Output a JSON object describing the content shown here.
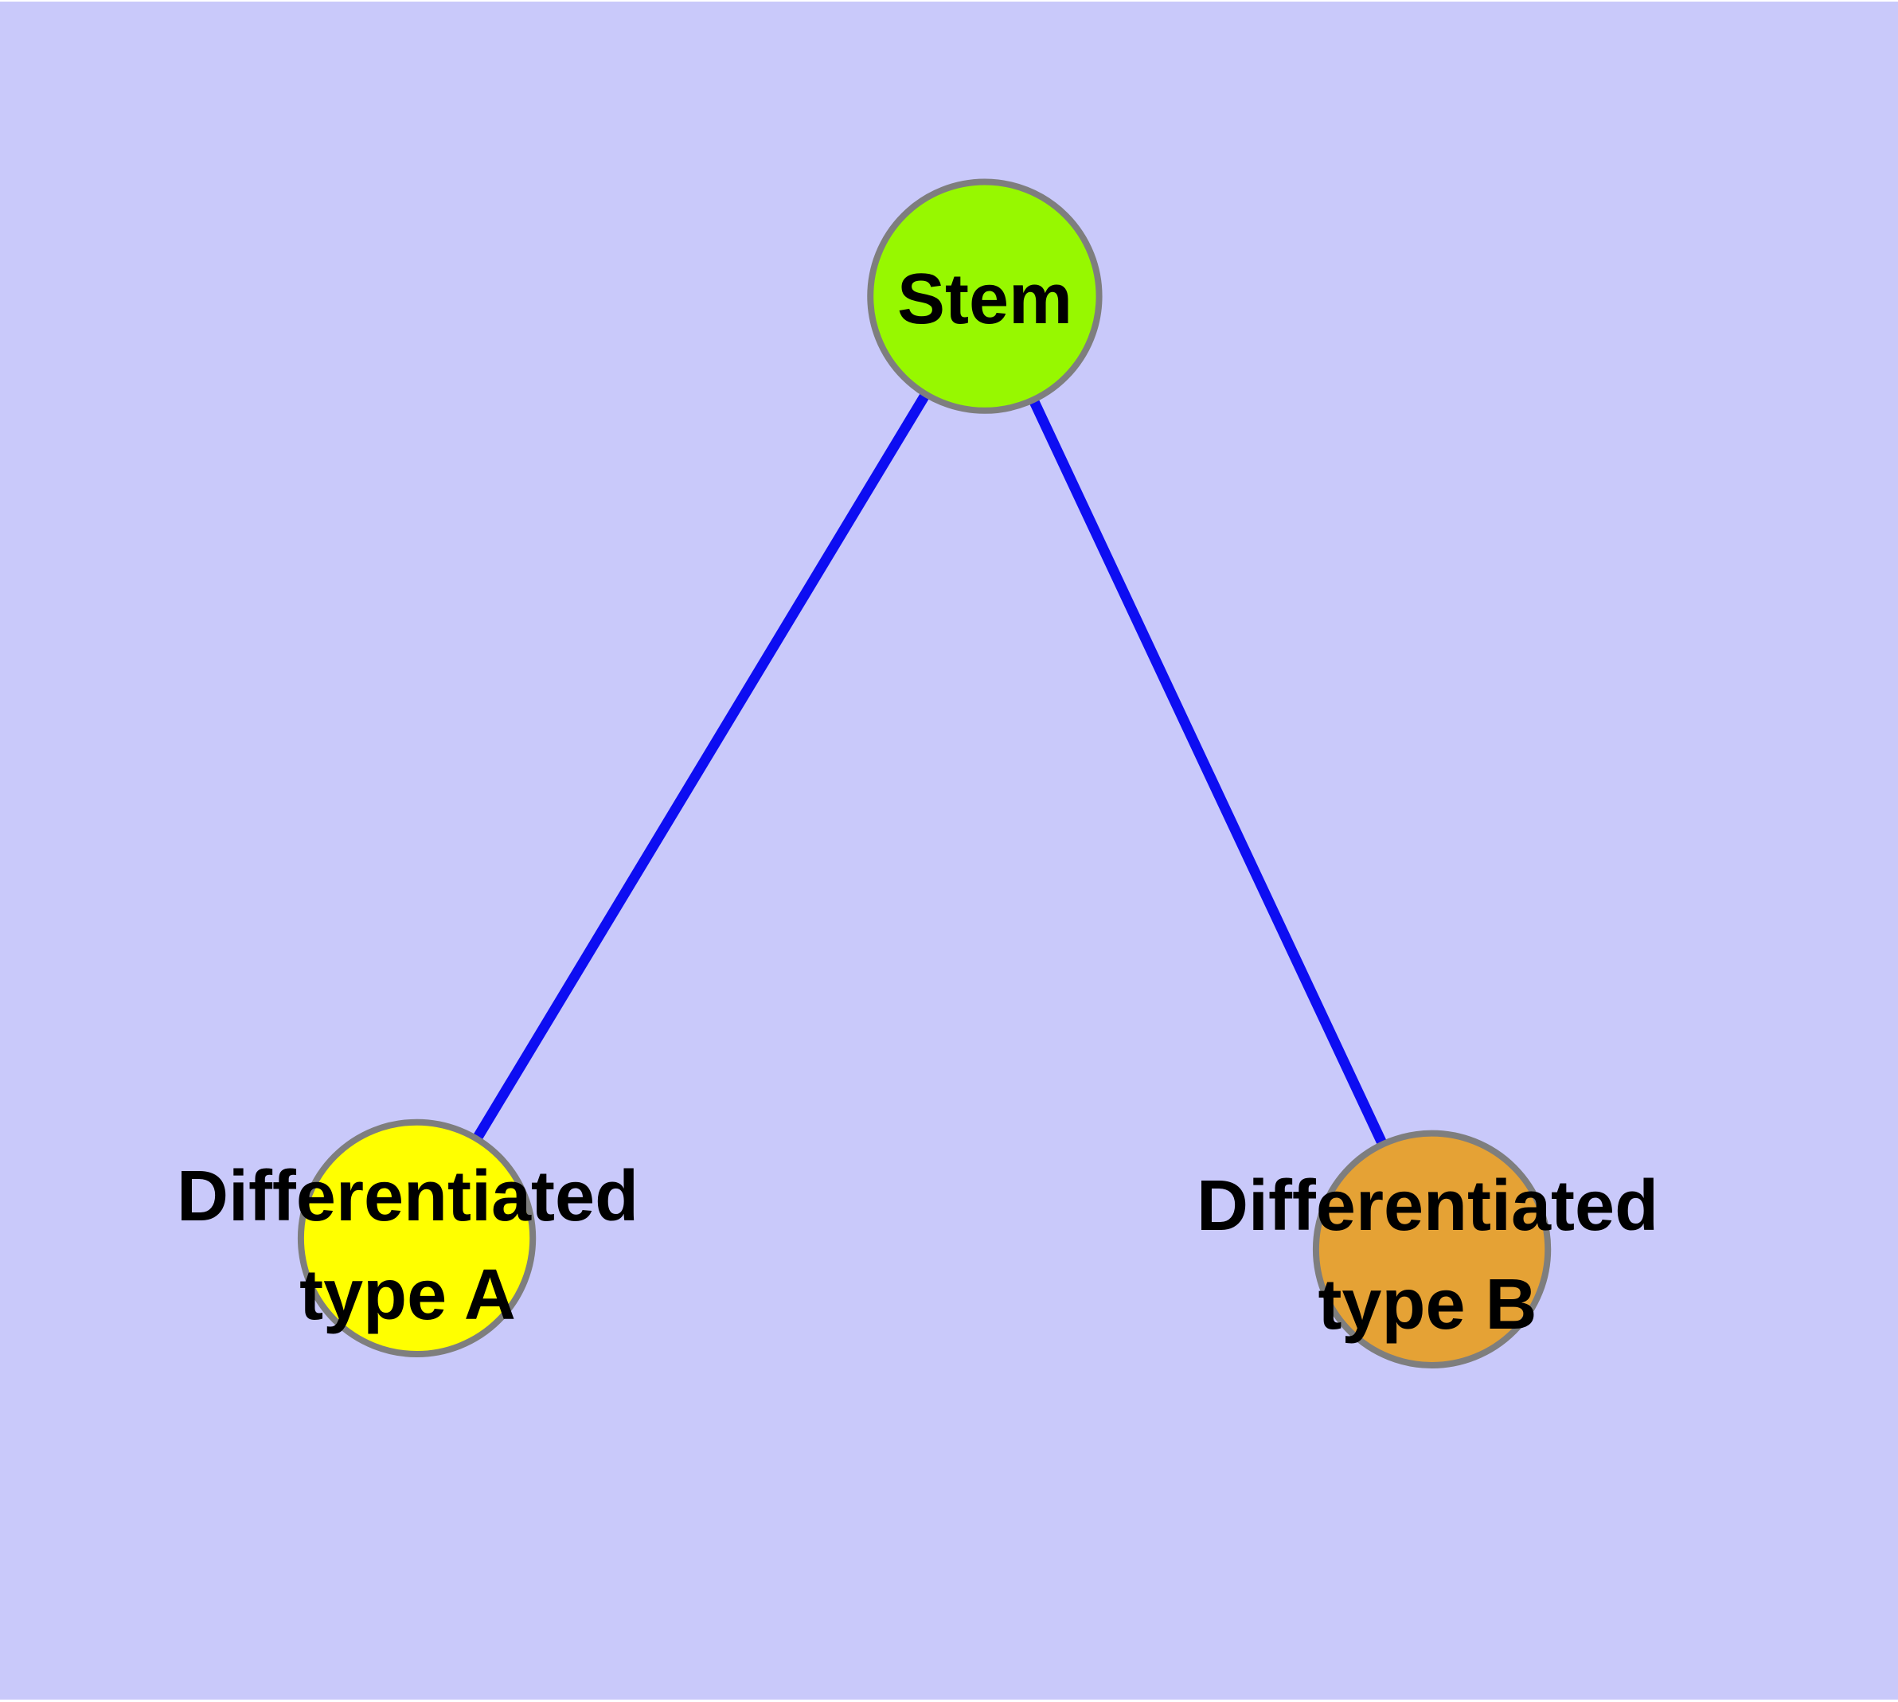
{
  "diagram": {
    "background_color": "#C9C9FA",
    "edge_color": "#0D0DF2",
    "node_border_color": "#7E7E7E",
    "label_color": "#000000",
    "nodes": [
      {
        "id": "stem",
        "label": "Stem",
        "fill": "#97F800"
      },
      {
        "id": "differentiated-type-a",
        "label": "Differentiated\ntype A",
        "fill": "#FFFF00"
      },
      {
        "id": "differentiated-type-b",
        "label": "Differentiated\ntype B",
        "fill": "#E5A235"
      }
    ],
    "edges": [
      {
        "from": "stem",
        "to": "differentiated-type-a"
      },
      {
        "from": "stem",
        "to": "differentiated-type-b"
      }
    ]
  }
}
